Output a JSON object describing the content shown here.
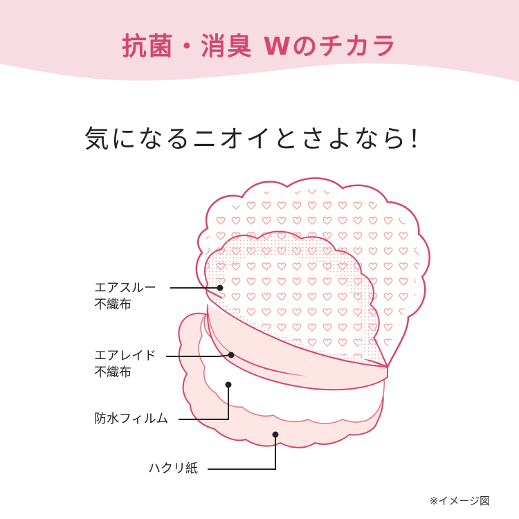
{
  "header": {
    "title": "抗菌・消臭 Wのチカラ",
    "band_color": "#f7dce3",
    "title_color": "#d8456e"
  },
  "subtitle": "気になるニオイとさよなら！",
  "layers": [
    {
      "line1": "エアスルー",
      "line2": "不織布"
    },
    {
      "line1": "エアレイド",
      "line2": "不織布"
    },
    {
      "line1": "防水フィルム",
      "line2": ""
    },
    {
      "line1": "ハクリ紙",
      "line2": ""
    }
  ],
  "note": "※イメージ図",
  "colors": {
    "outline": "#d6446a",
    "pad_fill": "#fde6e4",
    "heart": "#f2a9a0",
    "dots": "#eeb0b8"
  }
}
